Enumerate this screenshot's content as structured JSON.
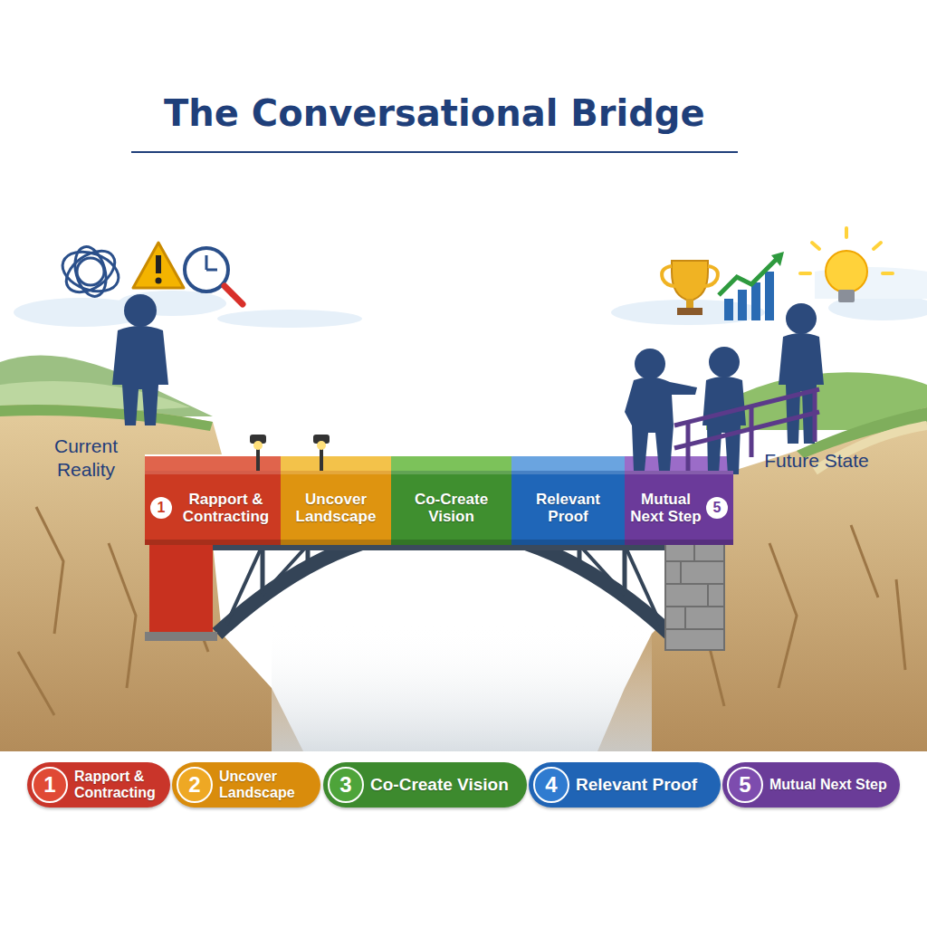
{
  "diagram": {
    "title": "The Conversational Bridge",
    "nodes": [
      {
        "text": [
          "1",
          "Rapport & Contracting"
        ]
      },
      {
        "text": [
          "Uncover Landscape"
        ]
      },
      {
        "text": [
          "Co-Create Vision"
        ]
      },
      {
        "text": [
          "Relevant Proof"
        ]
      },
      {
        "text": [
          "Mutual Next Step",
          "5"
        ]
      },
      {
        "text": [
          "1",
          "Rapport & Contracting"
        ]
      },
      {
        "text": [
          "2",
          "Uncover Landscape"
        ]
      },
      {
        "text": [
          "3",
          "Co-Create Vision"
        ]
      },
      {
        "text": [
          "4",
          "Relevant Proof"
        ]
      },
      {
        "text": [
          "5",
          "Mutual Next Step"
        ]
      }
    ],
    "labels": [
      "Current Reality",
      "Future State"
    ]
  }
}
